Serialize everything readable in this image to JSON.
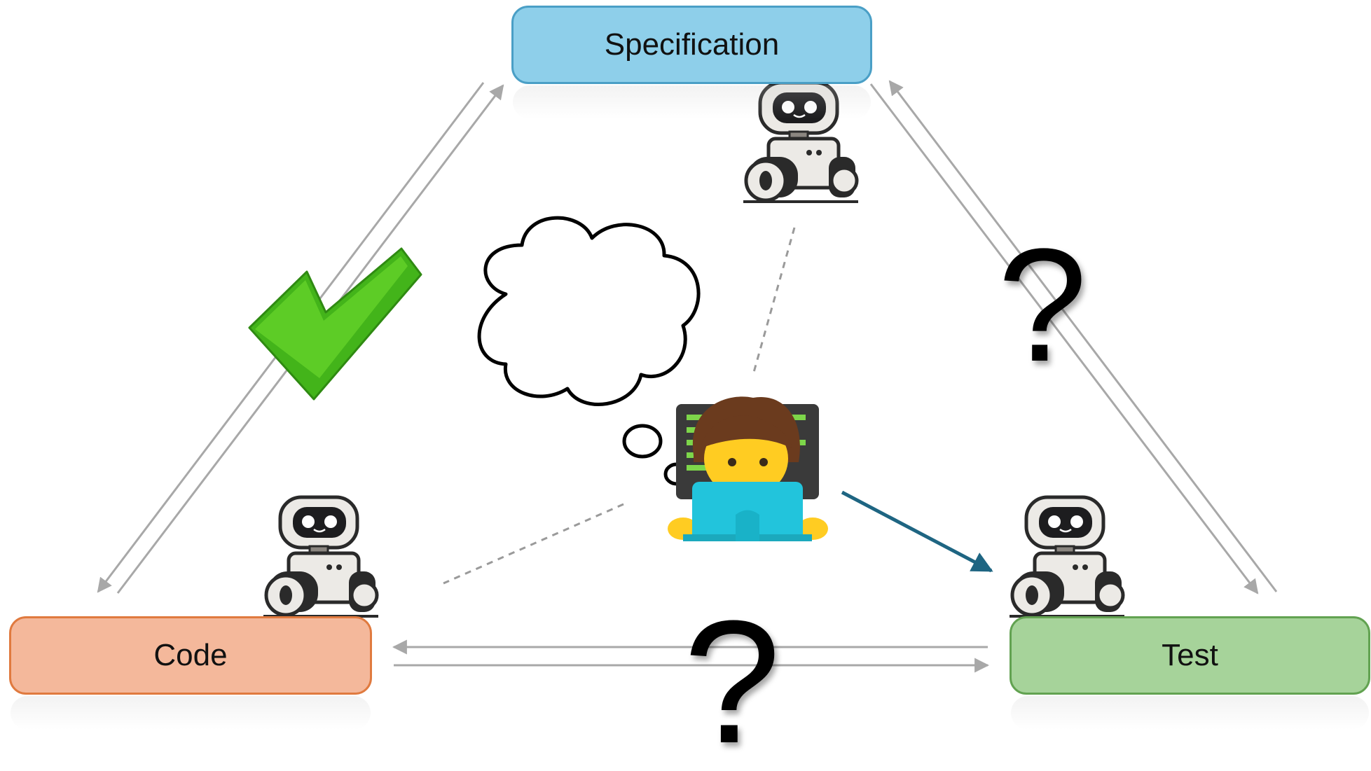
{
  "nodes": {
    "specification": "Specification",
    "code": "Code",
    "test": "Test"
  },
  "marks": {
    "question_right": "?",
    "question_bottom": "?"
  },
  "colors": {
    "spec_fill": "#8ecfea",
    "code_fill": "#f4b89b",
    "test_fill": "#a6d39a",
    "check": "#43b41a",
    "arrow_gray": "#a8a8a8",
    "arrow_blue": "#1e6582"
  },
  "icons": [
    "robot-icon",
    "robot-icon",
    "robot-icon",
    "checkmark-icon",
    "thought-bubble-icon",
    "person-at-laptop-icon"
  ]
}
